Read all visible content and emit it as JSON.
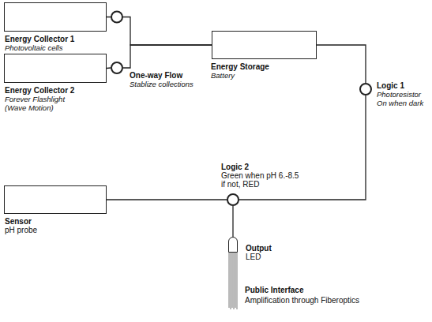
{
  "diagram": {
    "nodes": [
      {
        "text": [
          "Energy Collector 1",
          "Photovoltaic cells"
        ]
      },
      {
        "text": [
          "Energy Collector 2",
          "Forever Flashlight",
          "(Wave Motion)"
        ]
      },
      {
        "text": [
          "One-way Flow",
          "Stablize collections"
        ]
      },
      {
        "text": [
          "Energy Storage",
          "Battery"
        ]
      },
      {
        "text": [
          "Logic 1",
          "Photoresistor",
          "On when dark"
        ]
      },
      {
        "text": [
          "Sensor",
          "pH probe"
        ]
      },
      {
        "text": [
          "Logic 2",
          "Green when pH 6.-8.5",
          "if not, RED"
        ]
      },
      {
        "text": [
          "Output",
          "LED"
        ]
      }
    ],
    "edges": [
      {
        "from": 0,
        "to": 3,
        "arrow": "none"
      },
      {
        "from": 1,
        "to": 2,
        "arrow": "none"
      },
      {
        "from": 2,
        "to": 3,
        "arrow": "none"
      },
      {
        "from": 3,
        "to": 4,
        "arrow": "none"
      },
      {
        "from": 4,
        "to": 6,
        "arrow": "none"
      },
      {
        "from": 5,
        "to": 6,
        "arrow": "none"
      },
      {
        "from": 6,
        "to": 7,
        "arrow": "none"
      }
    ],
    "labels": [
      "Public Interface",
      "Amplification through Fiberoptics"
    ]
  }
}
